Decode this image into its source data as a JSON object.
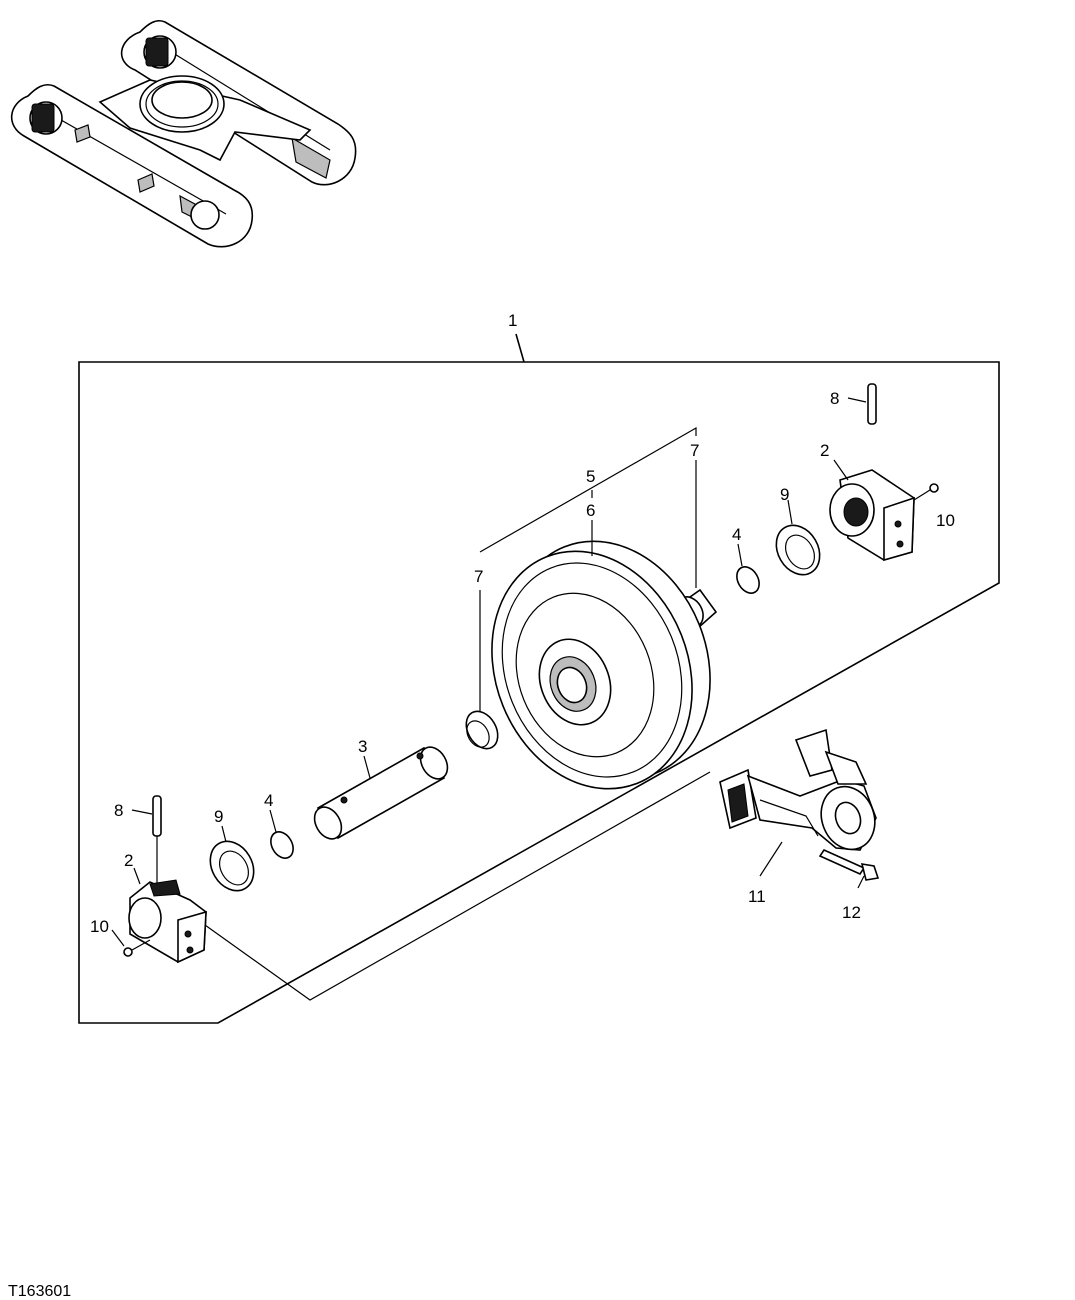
{
  "figure_id": "T163601",
  "callouts": {
    "c1": "1",
    "c2_right": "2",
    "c2_left": "2",
    "c3": "3",
    "c4_right": "4",
    "c4_left": "4",
    "c5": "5",
    "c6": "6",
    "c7_right": "7",
    "c7_left": "7",
    "c8_right": "8",
    "c8_left": "8",
    "c9_right": "9",
    "c9_left": "9",
    "c10_right": "10",
    "c10_left": "10",
    "c11": "11",
    "c12": "12"
  }
}
